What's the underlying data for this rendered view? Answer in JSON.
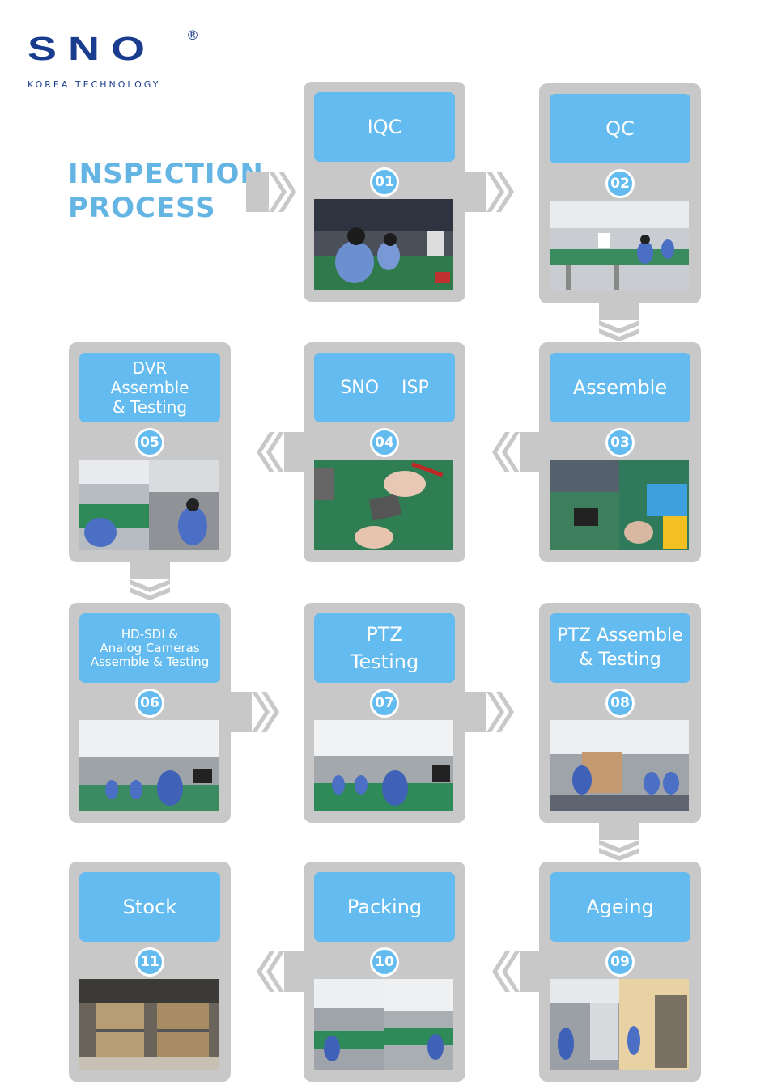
{
  "logo": {
    "brand": "SNO",
    "registered": "®",
    "tagline": "KOREA TECHNOLOGY"
  },
  "title": {
    "line1": "INSPECTION",
    "line2": "PROCESS"
  },
  "colors": {
    "accent": "#64bbef",
    "card": "#c8c8c8",
    "arrow": "#c8c8c8",
    "brand": "#1a3c8e",
    "title": "#64b4e4"
  },
  "steps": [
    {
      "num": "01",
      "label": "IQC"
    },
    {
      "num": "02",
      "label": "QC"
    },
    {
      "num": "03",
      "label": "Assemble"
    },
    {
      "num": "04",
      "label": "SNO    ISP"
    },
    {
      "num": "05",
      "label": "DVR\nAssemble\n& Testing"
    },
    {
      "num": "06",
      "label": "HD-SDI &\nAnalog Cameras\nAssemble & Testing"
    },
    {
      "num": "07",
      "label": "PTZ\nTesting"
    },
    {
      "num": "08",
      "label": "PTZ Assemble\n& Testing"
    },
    {
      "num": "09",
      "label": "Ageing"
    },
    {
      "num": "10",
      "label": "Packing"
    },
    {
      "num": "11",
      "label": "Stock"
    }
  ]
}
